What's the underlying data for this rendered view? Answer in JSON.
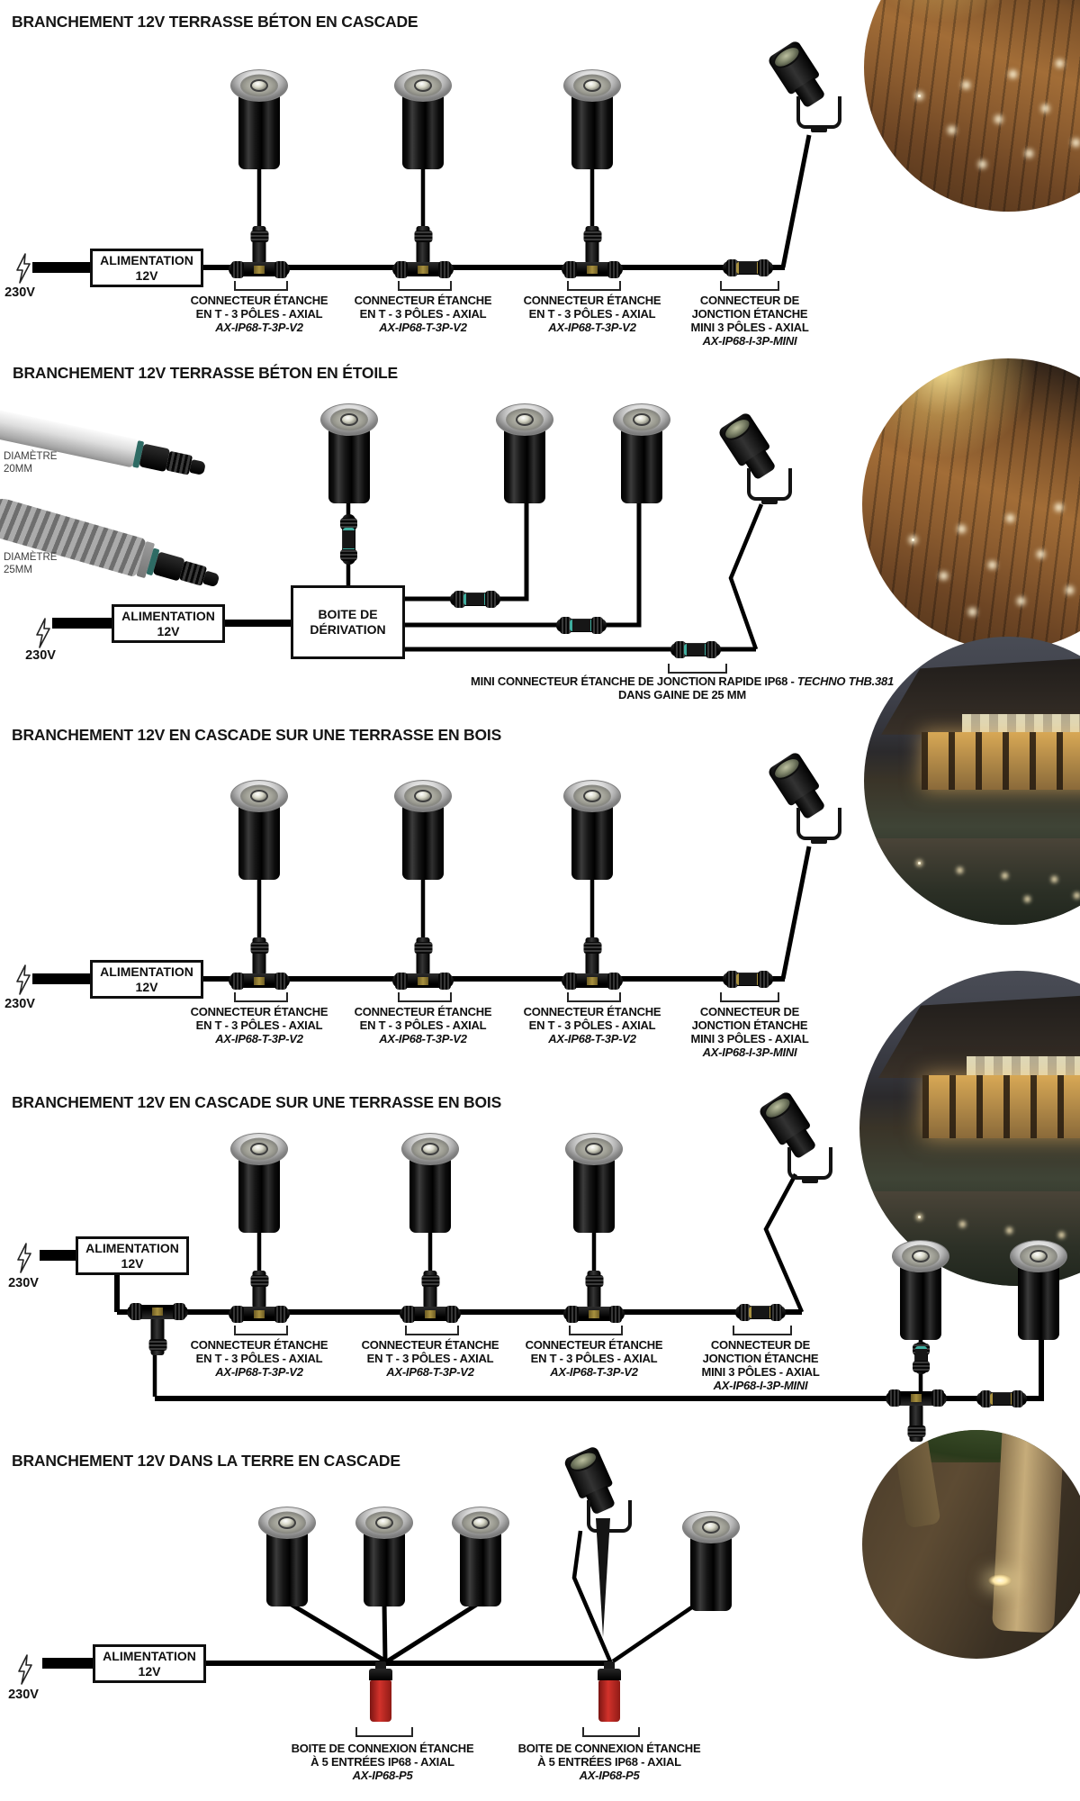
{
  "s1": {
    "title": "BRANCHEMENT 12V TERRASSE BÉTON EN CASCADE",
    "voltage": "230V",
    "alim": {
      "l1": "ALIMENTATION",
      "l2": "12V"
    },
    "c1": {
      "l1": "CONNECTEUR ÉTANCHE",
      "l2": "EN T - 3 PÔLES - AXIAL",
      "part": "AX-IP68-T-3P-V2"
    },
    "c2": {
      "l1": "CONNECTEUR ÉTANCHE",
      "l2": "EN T - 3 PÔLES - AXIAL",
      "part": "AX-IP68-T-3P-V2"
    },
    "c3": {
      "l1": "CONNECTEUR ÉTANCHE",
      "l2": "EN T - 3 PÔLES - AXIAL",
      "part": "AX-IP68-T-3P-V2"
    },
    "j": {
      "l1": "CONNECTEUR DE",
      "l2": "JONCTION ÉTANCHE",
      "l3": "MINI 3 PÔLES - AXIAL",
      "part": "AX-IP68-I-3P-MINI"
    }
  },
  "s2": {
    "title": "BRANCHEMENT 12V TERRASSE BÉTON EN ÉTOILE",
    "voltage": "230V",
    "alim": {
      "l1": "ALIMENTATION",
      "l2": "12V"
    },
    "derivation": {
      "l1": "BOITE DE",
      "l2": "DÉRIVATION"
    },
    "dia20": {
      "l1": "DIAMÈTRE",
      "l2": "20MM"
    },
    "dia25": {
      "l1": "DIAMÈTRE",
      "l2": "25MM"
    },
    "caption": {
      "pre": "MINI CONNECTEUR ÉTANCHE DE JONCTION RAPIDE IP68 - ",
      "em": "TECHNO THB.381",
      "l2": "DANS GAINE DE 25 MM"
    }
  },
  "s3": {
    "title": "BRANCHEMENT 12V EN CASCADE SUR UNE TERRASSE EN BOIS",
    "voltage": "230V",
    "alim": {
      "l1": "ALIMENTATION",
      "l2": "12V"
    },
    "c1": {
      "l1": "CONNECTEUR ÉTANCHE",
      "l2": "EN T - 3 PÔLES - AXIAL",
      "part": "AX-IP68-T-3P-V2"
    },
    "c2": {
      "l1": "CONNECTEUR ÉTANCHE",
      "l2": "EN T - 3 PÔLES - AXIAL",
      "part": "AX-IP68-T-3P-V2"
    },
    "c3": {
      "l1": "CONNECTEUR ÉTANCHE",
      "l2": "EN T - 3 PÔLES - AXIAL",
      "part": "AX-IP68-T-3P-V2"
    },
    "j": {
      "l1": "CONNECTEUR DE",
      "l2": "JONCTION ÉTANCHE",
      "l3": "MINI 3 PÔLES - AXIAL",
      "part": "AX-IP68-I-3P-MINI"
    }
  },
  "s4": {
    "title": "BRANCHEMENT 12V EN CASCADE SUR UNE TERRASSE EN BOIS",
    "voltage": "230V",
    "alim": {
      "l1": "ALIMENTATION",
      "l2": "12V"
    },
    "c1": {
      "l1": "CONNECTEUR ÉTANCHE",
      "l2": "EN T - 3 PÔLES - AXIAL",
      "part": "AX-IP68-T-3P-V2"
    },
    "c2": {
      "l1": "CONNECTEUR ÉTANCHE",
      "l2": "EN T - 3 PÔLES - AXIAL",
      "part": "AX-IP68-T-3P-V2"
    },
    "c3": {
      "l1": "CONNECTEUR ÉTANCHE",
      "l2": "EN T - 3 PÔLES - AXIAL",
      "part": "AX-IP68-T-3P-V2"
    },
    "j": {
      "l1": "CONNECTEUR DE",
      "l2": "JONCTION ÉTANCHE",
      "l3": "MINI 3 PÔLES - AXIAL",
      "part": "AX-IP68-I-3P-MINI"
    }
  },
  "s5": {
    "title": "BRANCHEMENT 12V DANS LA TERRE EN CASCADE",
    "voltage": "230V",
    "alim": {
      "l1": "ALIMENTATION",
      "l2": "12V"
    },
    "b1": {
      "l1": "BOITE DE CONNEXION ÉTANCHE",
      "l2": "À 5 ENTRÉES IP68 - AXIAL",
      "part": "AX-IP68-P5"
    },
    "b2": {
      "l1": "BOITE DE CONNEXION ÉTANCHE",
      "l2": "À 5 ENTRÉES IP68 - AXIAL",
      "part": "AX-IP68-P5"
    }
  }
}
